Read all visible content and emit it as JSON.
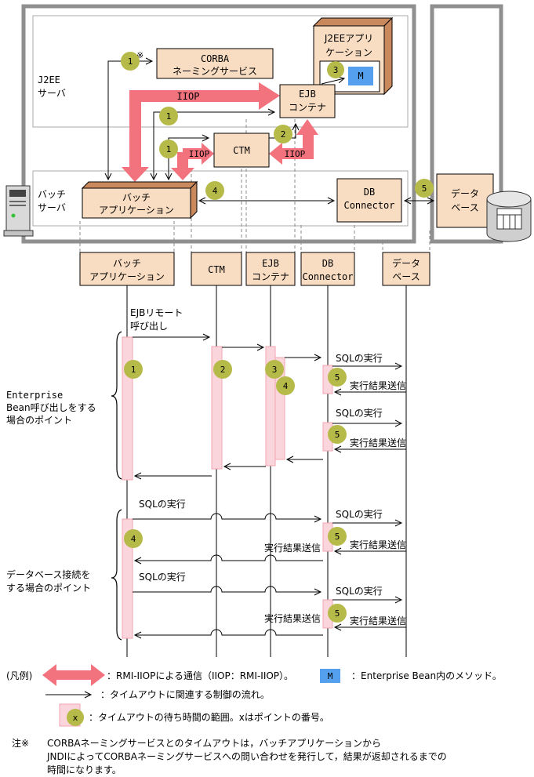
{
  "colors": {
    "box_fill": "#f9ddc2",
    "box_3d_edge": "#c9895c",
    "red_arrow": "#f2727e",
    "point_circle": "#b6ba48",
    "activation_bar": "#fad5db",
    "activation_border": "#f1a6b3",
    "method_fill": "#55a0ee",
    "machine_border": "#8f8f8f"
  },
  "arch": {
    "j2ee_server": [
      "J2EE",
      "サーバ"
    ],
    "batch_server": [
      "バッチ",
      "サーバ"
    ],
    "corba": [
      "CORBA",
      "ネーミングサービス"
    ],
    "j2ee_app": [
      "J2EEアプリ",
      "ケーション"
    ],
    "method": "M",
    "ejb": [
      "EJB",
      "コンテナ"
    ],
    "ctm": "CTM",
    "batch_app": [
      "バッチ",
      "アプリケーション"
    ],
    "db_connector": [
      "DB",
      "Connector"
    ],
    "database": [
      "データ",
      "ベース"
    ],
    "iiop": "IIOP",
    "note_mark": "※"
  },
  "points": {
    "p1": "1",
    "p2": "2",
    "p3": "3",
    "p4": "4",
    "p5": "5"
  },
  "seq": {
    "headers": {
      "batch_app": [
        "バッチ",
        "アプリケーション"
      ],
      "ctm": "CTM",
      "ejb": [
        "EJB",
        "コンテナ"
      ],
      "db_connector": [
        "DB",
        "Connector"
      ],
      "database": [
        "データ",
        "ベース"
      ]
    },
    "ejb_remote_call": [
      "EJBリモート",
      "呼び出し"
    ],
    "sql_exec": "SQLの実行",
    "send_result": "実行結果送信",
    "group1": [
      "Enterprise",
      "Bean呼び出しをする",
      "場合のポイント"
    ],
    "group2": [
      "データベース接続を",
      "する場合のポイント"
    ]
  },
  "legend": {
    "title": "(凡例)",
    "rmi": "：RMI-IIOPによる通信（IIOP：RMI-IIOP）。",
    "method_label": "M",
    "method": "：Enterprise Bean内のメソッド。",
    "flow": "：タイムアウトに関連する制御の流れ。",
    "range_x": "x",
    "range": "：タイムアウトの待ち時間の範囲。xはポイントの番号。"
  },
  "note": {
    "mark": "注※",
    "lines": [
      "CORBAネーミングサービスとのタイムアウトは，バッチアプリケーションから",
      "JNDIによってCORBAネーミングサービスへの問い合わせを発行して，結果が返却されるまでの",
      "時間になります。"
    ]
  }
}
